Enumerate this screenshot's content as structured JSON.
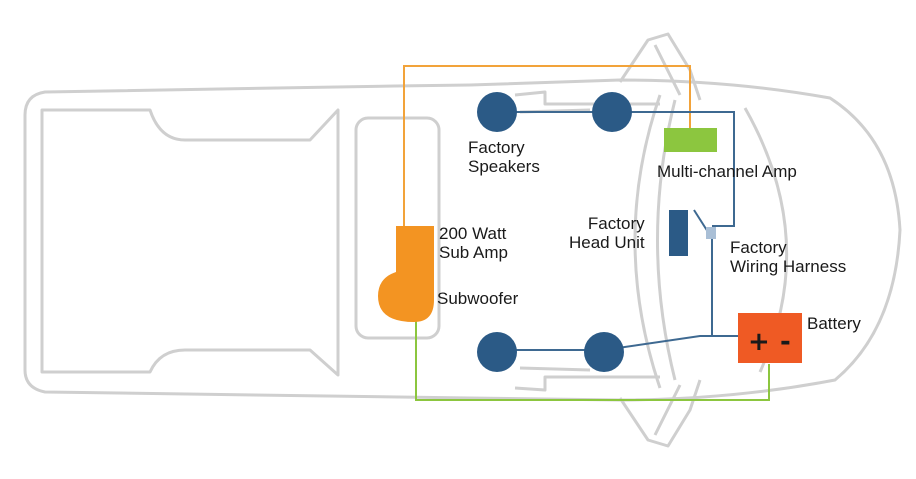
{
  "diagram": {
    "labels": {
      "factory_speakers": [
        "Factory",
        "Speakers"
      ],
      "multi_channel_amp": "Multi-channel Amp",
      "factory_head_unit": [
        "Factory",
        "Head Unit"
      ],
      "factory_wiring_harness": [
        "Factory",
        "Wiring Harness"
      ],
      "sub_amp": [
        "200 Watt",
        "Sub Amp"
      ],
      "subwoofer": "Subwoofer",
      "battery": "Battery",
      "battery_plus": "+",
      "battery_minus": "-"
    },
    "colors": {
      "truck_outline": "#cfcfcf",
      "speaker": "#2b5a86",
      "speaker_wire": "#3e6991",
      "orange_wire": "#f2a33a",
      "green_wire": "#8cc63f",
      "multi_amp": "#8cc63f",
      "sub_amp": "#f39422",
      "battery": "#ef5a24",
      "head_unit": "#2b5a86",
      "harness": "#a9bfd6"
    }
  }
}
